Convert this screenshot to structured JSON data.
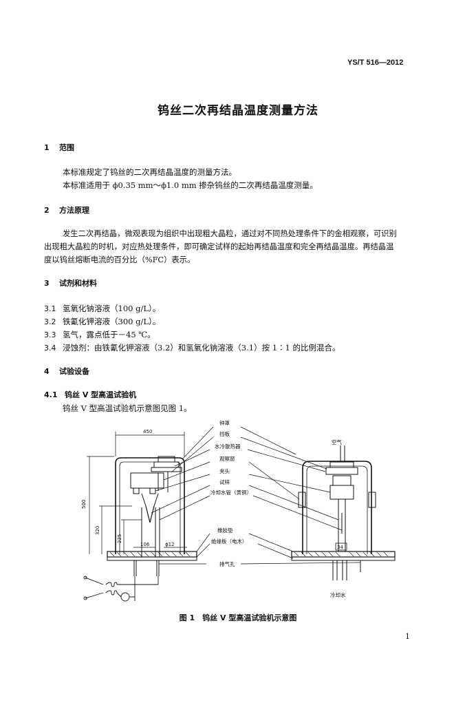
{
  "header": {
    "std_code": "YS/T 516—2012"
  },
  "title": "钨丝二次再结晶温度测量方法",
  "sections": {
    "s1": {
      "num": "1",
      "title": "范围",
      "p1": "本标准规定了钨丝的二次再结晶温度的测量方法。",
      "p2": "本标准适用于 ϕ0.35 mm～ϕ1.0 mm 掺杂钨丝的二次再结晶温度测量。"
    },
    "s2": {
      "num": "2",
      "title": "方法原理",
      "line1": "发生二次再结晶，微观表现为组织中出现粗大晶粒，通过对不同热处理条件下的金相观察，可识别",
      "line2": "出现粗大晶粒的时机，对应热处理条件，即可确定试样的起始再结晶温度和完全再结晶温度。再结晶温",
      "line3": "度以钨丝熔断电流的百分比（%FC）表示。"
    },
    "s3": {
      "num": "3",
      "title": "试剂和材料",
      "items": [
        {
          "num": "3.1",
          "text": "氢氧化钠溶液（100 g/L）。"
        },
        {
          "num": "3.2",
          "text": "铁氰化钾溶液（300 g/L）。"
        },
        {
          "num": "3.3",
          "text": "氢气，露点低于－45 ℃。"
        },
        {
          "num": "3.4",
          "text": "浸蚀剂：由铁氰化钾溶液（3.2）和氢氧化钠溶液（3.1）按 1∶1 的比例混合。"
        }
      ]
    },
    "s4": {
      "num": "4",
      "title": "试验设备",
      "sub1": {
        "num": "4.1",
        "title": "钨丝 V 型高温试验机",
        "text": "钨丝 V 型高温试验机示意图见图 1。"
      }
    }
  },
  "figure": {
    "labels": {
      "zhongzhao": "钟罩",
      "dangban": "挡板",
      "air": "空气",
      "shuileng": "水冷散热器",
      "guanchachuang": "观察窗",
      "jiatou": "夹头",
      "shiyang": "试样",
      "lengqueshuiguan": "冷却水管（黄铜）",
      "xiangjiaodian": "橡胶垫",
      "jueyuanban": "绝缘板（电木）",
      "paiqikong": "排气孔",
      "lengqueshui": "冷却水"
    },
    "dims": {
      "d450": "450",
      "d500": "500",
      "d320": "320",
      "d225": "225",
      "d106": "106",
      "phi12": "ϕ12",
      "d34": "34"
    },
    "caption": "图 1　钨丝 V 型高温试验机示意图"
  },
  "page_number": "1"
}
